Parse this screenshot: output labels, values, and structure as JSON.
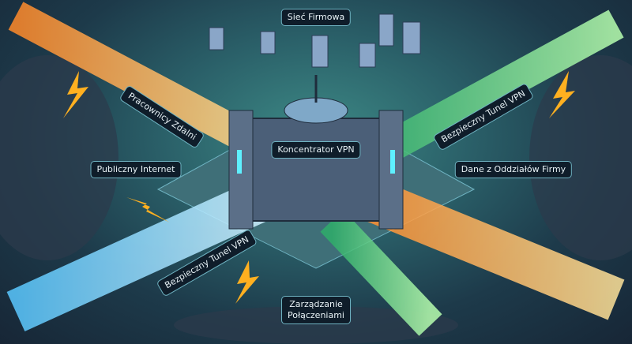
{
  "labels": {
    "corporate_network": "Sieć Firmowa",
    "remote_workers": "Pracownicy Zdalni",
    "vpn_concentrator": "Koncentrator VPN",
    "public_internet": "Publiczny Internet",
    "secure_tunnel_right": "Bezpieczny Tunel VPN",
    "branch_data": "Dane z Oddziałów Firmy",
    "secure_tunnel_left": "Bezpieczny Tunel VPN",
    "connection_management_line1": "Zarządzanie",
    "connection_management_line2": "Połączeniami"
  },
  "colors": {
    "tube_green": "#7cf08a",
    "tube_orange": "#ffb35a",
    "tube_blue": "#8fd8ff",
    "lightning": "#ffb020",
    "label_bg": "#0f1d2a"
  }
}
